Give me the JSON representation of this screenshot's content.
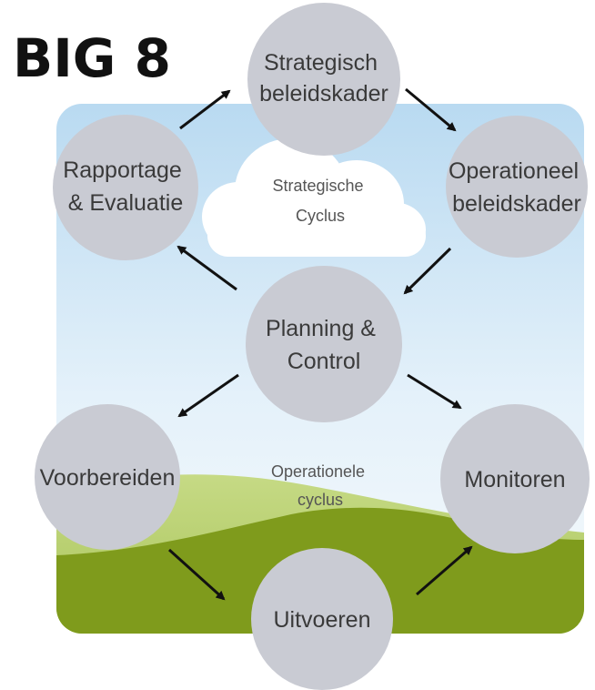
{
  "title": "BIG 8",
  "nodes": [
    {
      "id": "strategisch-beleidskader",
      "lines": [
        "Strategisch",
        "beleidskader"
      ]
    },
    {
      "id": "operationeel-beleidskader",
      "lines": [
        "Operationeel",
        "beleidskader"
      ]
    },
    {
      "id": "rapportage-evaluatie",
      "lines": [
        "Rapportage",
        "& Evaluatie"
      ]
    },
    {
      "id": "planning-control",
      "lines": [
        "Planning &",
        "Control"
      ]
    },
    {
      "id": "voorbereiden",
      "lines": [
        "Voorbereiden"
      ]
    },
    {
      "id": "monitoren",
      "lines": [
        "Monitoren"
      ]
    },
    {
      "id": "uitvoeren",
      "lines": [
        "Uitvoeren"
      ]
    }
  ],
  "cycles": {
    "strategic": [
      "Strategische",
      "Cyclus"
    ],
    "operational": [
      "Operationele",
      "cyclus"
    ]
  },
  "colors": {
    "node": "#c9cbd3",
    "sky_top": "#bcdcf2",
    "sky_bottom": "#ffffff",
    "hill_light": "#b9d070",
    "hill_dark": "#7e9a1a",
    "arrow": "#111111"
  }
}
